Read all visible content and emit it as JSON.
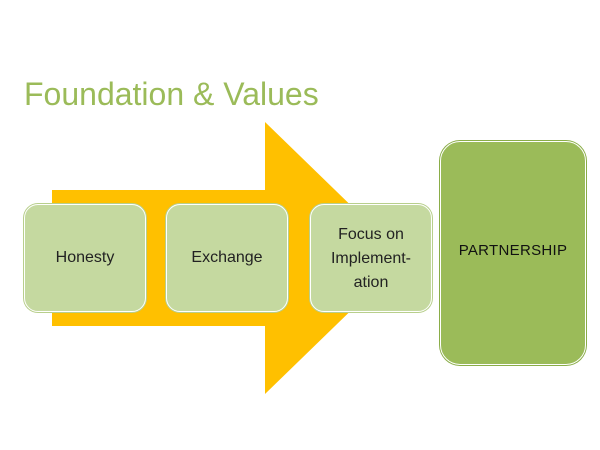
{
  "slide": {
    "title": "Foundation & Values"
  },
  "diagram": {
    "steps": [
      {
        "label": "Honesty"
      },
      {
        "label": "Exchange"
      },
      {
        "label_lines": [
          "Focus on",
          "Implement-",
          "ation"
        ]
      }
    ],
    "result": {
      "label": "PARTNERSHIP"
    }
  },
  "colors": {
    "title": "#9bbb59",
    "arrow": "#ffc000",
    "step_box": "#c5d9a0",
    "result_box": "#9bbb59"
  }
}
